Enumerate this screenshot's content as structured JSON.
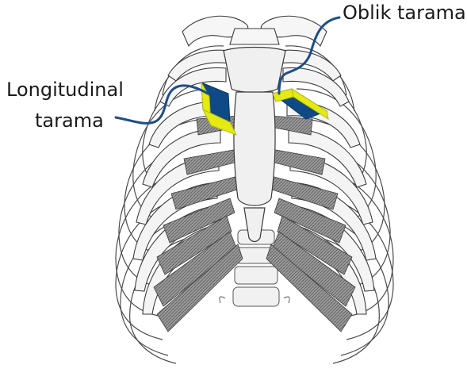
{
  "labels": {
    "oblique_scan": "Oblik tarama",
    "longitudinal_line1": "Longitudinal",
    "longitudinal_line2": "tarama"
  },
  "colors": {
    "probe_face": "#0f4a86",
    "probe_edge": "#e4ea12",
    "leader_line": "#1c4f8a",
    "bone_outline": "#3a3a3a",
    "cartilage_shade": "#8a8a8a"
  }
}
